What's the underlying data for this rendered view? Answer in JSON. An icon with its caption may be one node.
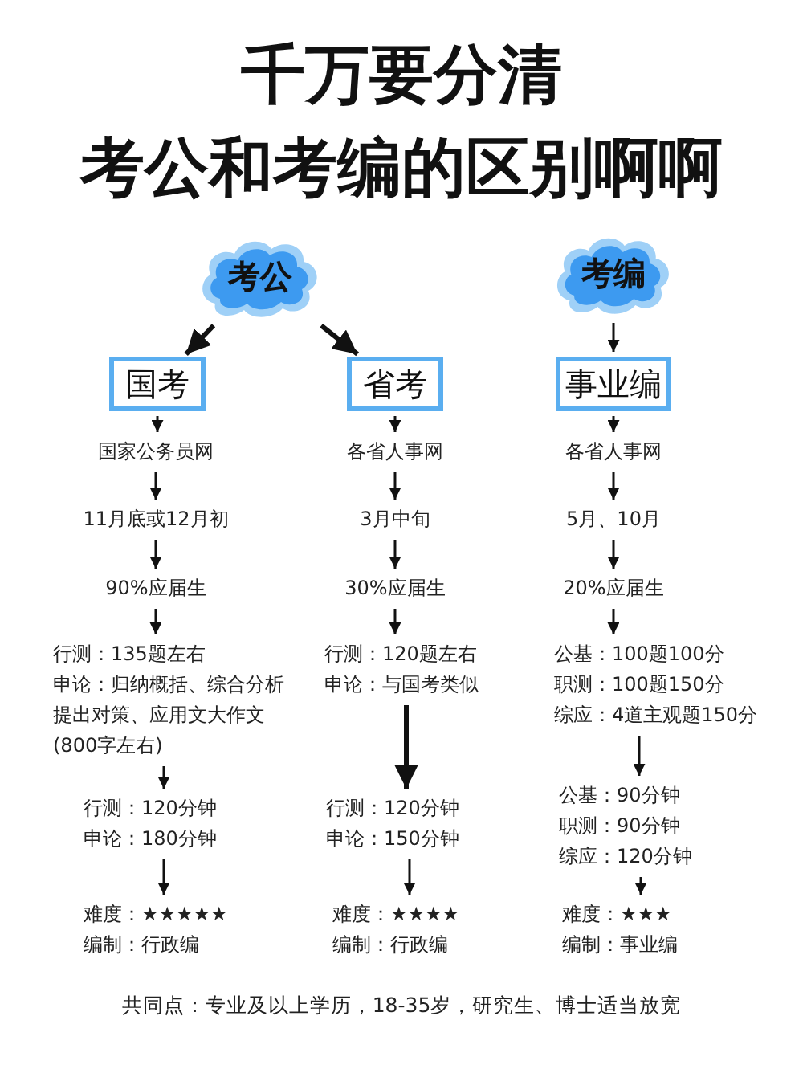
{
  "diagram": {
    "title": "千万要分清考公和考编的区别啊啊",
    "nodes": [
      {
        "text": [
          "考公"
        ]
      },
      {
        "text": [
          "国考"
        ]
      },
      {
        "text": [
          "省考"
        ]
      },
      {
        "text": [
          "考编"
        ]
      },
      {
        "text": [
          "事业编"
        ]
      },
      {
        "text": [
          "国家公务员网"
        ]
      },
      {
        "text": [
          "11月底或12月初"
        ]
      },
      {
        "text": [
          "90%应届生"
        ]
      },
      {
        "text": [
          "行测：135题左右",
          "申论：归纳概括、综合分析提出对策、应用文大作文(800字左右)"
        ]
      },
      {
        "text": [
          "行测：120分钟",
          "申论：180分钟"
        ]
      },
      {
        "text": [
          "难度：★★★★★",
          "编制：行政编"
        ]
      },
      {
        "text": [
          "各省人事网"
        ]
      },
      {
        "text": [
          "3月中旬"
        ]
      },
      {
        "text": [
          "30%应届生"
        ]
      },
      {
        "text": [
          "行测：120题左右",
          "申论：与国考类似"
        ]
      },
      {
        "text": [
          "行测：120分钟",
          "申论：150分钟"
        ]
      },
      {
        "text": [
          "难度：★★★★",
          "编制：行政编"
        ]
      },
      {
        "text": [
          "各省人事网"
        ]
      },
      {
        "text": [
          "5月、10月"
        ]
      },
      {
        "text": [
          "20%应届生"
        ]
      },
      {
        "text": [
          "公基：100题100分",
          "职测：100题150分",
          "综应：4道主观题150分"
        ]
      },
      {
        "text": [
          "公基：90分钟",
          "职测：90分钟",
          "综应：120分钟"
        ]
      },
      {
        "text": [
          "难度：★★★",
          "编制：事业编"
        ]
      }
    ],
    "edges": [
      {
        "from": 0,
        "to": 1,
        "arrow": "to",
        "style": "thick"
      },
      {
        "from": 0,
        "to": 2,
        "arrow": "to",
        "style": "thick"
      },
      {
        "from": 3,
        "to": 4,
        "arrow": "to"
      },
      {
        "from": 1,
        "to": 5,
        "arrow": "to"
      },
      {
        "from": 5,
        "to": 6,
        "arrow": "to"
      },
      {
        "from": 6,
        "to": 7,
        "arrow": "to"
      },
      {
        "from": 7,
        "to": 8,
        "arrow": "to"
      },
      {
        "from": 8,
        "to": 9,
        "arrow": "to"
      },
      {
        "from": 9,
        "to": 10,
        "arrow": "to"
      },
      {
        "from": 2,
        "to": 11,
        "arrow": "to"
      },
      {
        "from": 11,
        "to": 12,
        "arrow": "to"
      },
      {
        "from": 12,
        "to": 13,
        "arrow": "to"
      },
      {
        "from": 13,
        "to": 14,
        "arrow": "to"
      },
      {
        "from": 14,
        "to": 15,
        "arrow": "to",
        "style": "thick"
      },
      {
        "from": 15,
        "to": 16,
        "arrow": "to"
      },
      {
        "from": 4,
        "to": 17,
        "arrow": "to"
      },
      {
        "from": 17,
        "to": 18,
        "arrow": "to"
      },
      {
        "from": 18,
        "to": 19,
        "arrow": "to"
      },
      {
        "from": 19,
        "to": 20,
        "arrow": "to"
      },
      {
        "from": 20,
        "to": 21,
        "arrow": "to"
      },
      {
        "from": 21,
        "to": 22,
        "arrow": "to"
      }
    ],
    "labels": [
      "共同点：专业及以上学历，18-35岁，研究生、博士适当放宽"
    ]
  }
}
